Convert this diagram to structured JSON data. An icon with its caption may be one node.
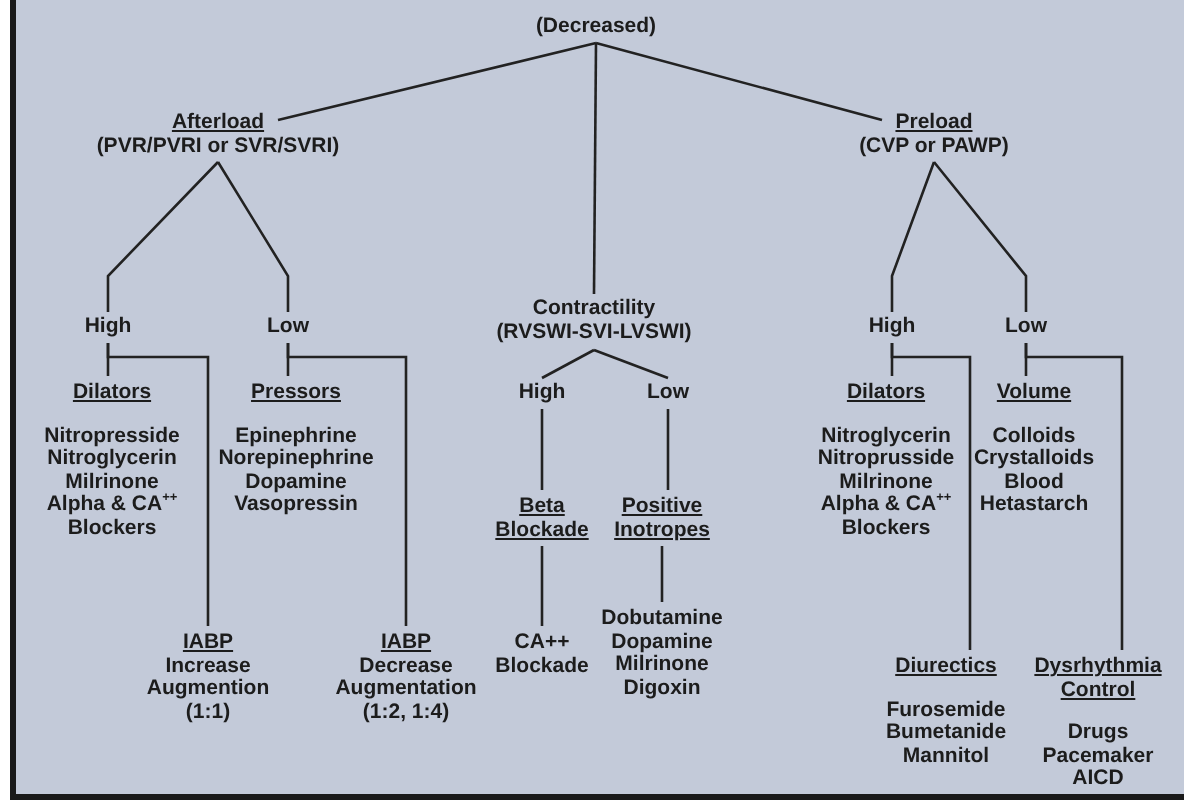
{
  "diagram": {
    "nodes": [
      {
        "text": [
          "(Decreased)"
        ]
      },
      {
        "text": [
          "Afterload",
          "(PVR/PVRI or SVR/SVRI)"
        ]
      },
      {
        "text": [
          "Contractility",
          "(RVSWI-SVI-LVSWI)"
        ]
      },
      {
        "text": [
          "Preload",
          "(CVP or PAWP)"
        ]
      },
      {
        "text": [
          "High"
        ]
      },
      {
        "text": [
          "Low"
        ]
      },
      {
        "text": [
          "Dilators",
          "Nitropresside Nitroglycerin Milrinone Alpha & CA$^{++}$ Blockers"
        ]
      },
      {
        "text": [
          "Pressors",
          "Epinephrine Norepinephrine Dopamine Vasopressin"
        ]
      },
      {
        "text": [
          "IABP",
          "Increase Augmention (1:1)"
        ]
      },
      {
        "text": [
          "IABP",
          "Decrease Augmentation (1:2, 1:4)"
        ]
      },
      {
        "text": [
          "High"
        ]
      },
      {
        "text": [
          "Low"
        ]
      },
      {
        "text": [
          "Beta Blockade"
        ]
      },
      {
        "text": [
          "CA++ Blockade"
        ]
      },
      {
        "text": [
          "Positive Inotropes"
        ]
      },
      {
        "text": [
          "Dobutamine Dopamine Milrinone Digoxin"
        ]
      },
      {
        "text": [
          "High"
        ]
      },
      {
        "text": [
          "Low"
        ]
      },
      {
        "text": [
          "Dilators",
          "Nitroglycerin Nitroprusside Milrinone Alpha & CA$^{++}$ Blockers"
        ]
      },
      {
        "text": [
          "Volume",
          "Colloids Crystalloids Blood Hetastarch"
        ]
      },
      {
        "text": [
          "Diurectics",
          "Furosemide Bumetanide Mannitol"
        ]
      },
      {
        "text": [
          "Dysrhythmia Control",
          "Drugs Pacemaker AICD"
        ]
      }
    ],
    "edges": [
      {
        "from": 0,
        "to": 1,
        "arrow": "none"
      },
      {
        "from": 0,
        "to": 2,
        "arrow": "none"
      },
      {
        "from": 0,
        "to": 3,
        "arrow": "none"
      },
      {
        "from": 1,
        "to": 4,
        "arrow": "none"
      },
      {
        "from": 1,
        "to": 5,
        "arrow": "none"
      },
      {
        "from": 4,
        "to": 6,
        "arrow": "none"
      },
      {
        "from": 4,
        "to": 8,
        "arrow": "none"
      },
      {
        "from": 5,
        "to": 7,
        "arrow": "none"
      },
      {
        "from": 5,
        "to": 9,
        "arrow": "none"
      },
      {
        "from": 2,
        "to": 10,
        "arrow": "none"
      },
      {
        "from": 2,
        "to": 11,
        "arrow": "none"
      },
      {
        "from": 10,
        "to": 12,
        "arrow": "none"
      },
      {
        "from": 12,
        "to": 13,
        "arrow": "none"
      },
      {
        "from": 11,
        "to": 14,
        "arrow": "none"
      },
      {
        "from": 14,
        "to": 15,
        "arrow": "none"
      },
      {
        "from": 3,
        "to": 16,
        "arrow": "none"
      },
      {
        "from": 3,
        "to": 17,
        "arrow": "none"
      },
      {
        "from": 16,
        "to": 18,
        "arrow": "none"
      },
      {
        "from": 16,
        "to": 20,
        "arrow": "none"
      },
      {
        "from": 17,
        "to": 19,
        "arrow": "none"
      },
      {
        "from": 17,
        "to": 21,
        "arrow": "none"
      }
    ]
  }
}
